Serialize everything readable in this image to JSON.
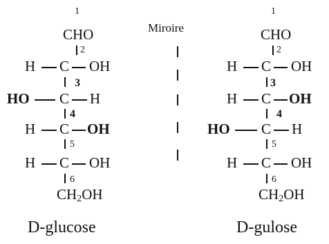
{
  "mirror_label": "Miroire",
  "glucose": {
    "name": "D-glucose",
    "c1_num": "1",
    "c1_group": "CHO",
    "c2_num": "2",
    "c2_left": "H",
    "c2_atom": "C",
    "c2_right": "OH",
    "c3_num": "3",
    "c3_left": "HO",
    "c3_atom": "C",
    "c3_right": "H",
    "c4_num": "4",
    "c4_left": "H",
    "c4_atom": "C",
    "c4_right": "OH",
    "c5_num": "5",
    "c5_left": "H",
    "c5_atom": "C",
    "c5_right": "OH",
    "c6_num": "6",
    "c6_main": "CH",
    "c6_sub": "2",
    "c6_end": "OH"
  },
  "gulose": {
    "name": "D-gulose",
    "c1_num": "1",
    "c1_group": "CHO",
    "c2_num": "2",
    "c2_left": "H",
    "c2_atom": "C",
    "c2_right": "OH",
    "c3_num": "3",
    "c3_left": "H",
    "c3_atom": "C",
    "c3_right": "OH",
    "c4_num": "4",
    "c4_left": "HO",
    "c4_atom": "C",
    "c4_right": "H",
    "c5_num": "5",
    "c5_left": "H",
    "c5_atom": "C",
    "c5_right": "OH",
    "c6_num": "6",
    "c6_main": "CH",
    "c6_sub": "2",
    "c6_end": "OH"
  }
}
